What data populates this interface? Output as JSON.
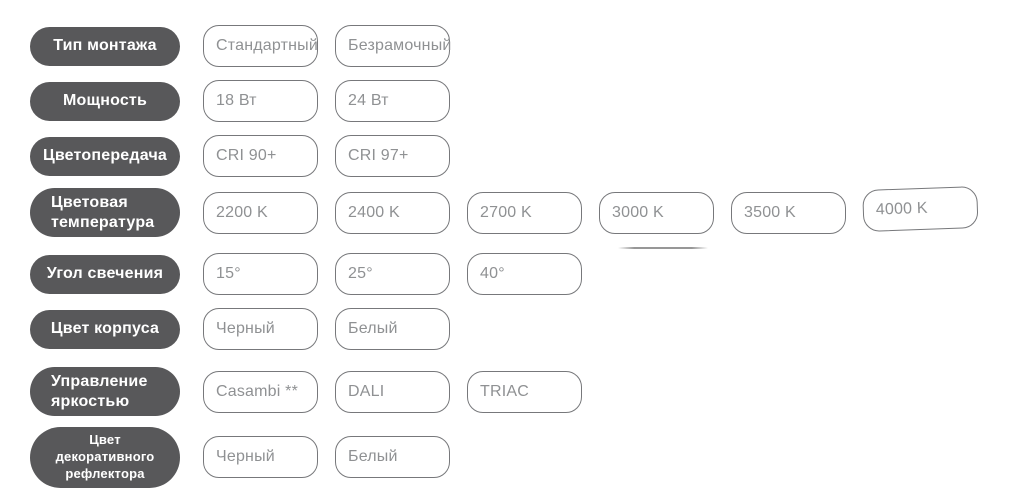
{
  "colors": {
    "label_background": "#58585a",
    "label_text": "#ffffff",
    "option_border": "#77787b",
    "option_text": "#8f9193",
    "page_background": "#ffffff"
  },
  "rows": [
    {
      "label": "Тип монтажа",
      "options": [
        "Стандартный",
        "Безрамочный"
      ]
    },
    {
      "label": "Мощность",
      "options": [
        "18 Вт",
        "24 Вт"
      ]
    },
    {
      "label": "Цветопередача",
      "options": [
        "CRI 90+",
        "CRI 97+"
      ]
    },
    {
      "label": "Цветовая температура",
      "options": [
        "2200 K",
        "2400 K",
        "2700 K",
        "3000 K",
        "3500 K",
        "4000 K"
      ]
    },
    {
      "label": "Угол свечения",
      "options": [
        "15°",
        "25°",
        "40°"
      ]
    },
    {
      "label": "Цвет корпуса",
      "options": [
        "Черный",
        "Белый"
      ]
    },
    {
      "label": "Управление яркостью",
      "options": [
        "Casambi **",
        "DALI",
        "TRIAC"
      ]
    },
    {
      "label": "Цвет декоративного рефлектора",
      "options": [
        "Черный",
        "Белый"
      ]
    }
  ]
}
